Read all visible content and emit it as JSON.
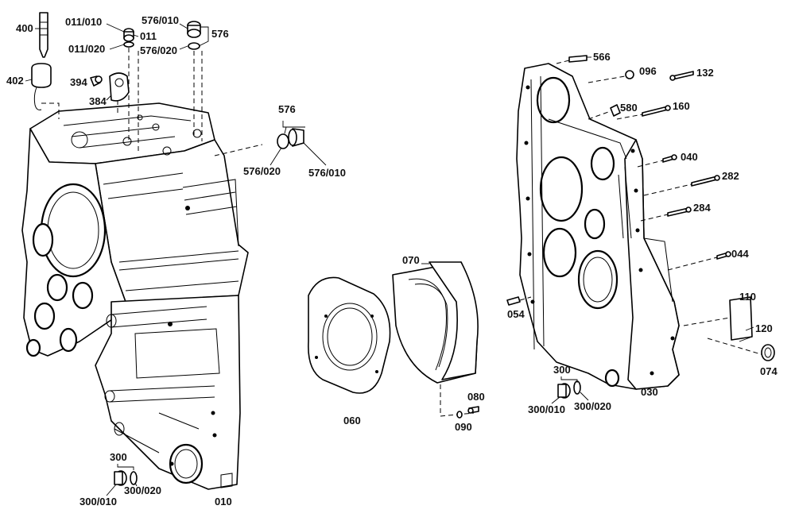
{
  "labels": {
    "p400": "400",
    "p402": "402",
    "p011_010": "011/010",
    "p011": "011",
    "p011_020": "011/020",
    "p394": "394",
    "p384": "384",
    "p576_010_top": "576/010",
    "p576_top": "576",
    "p576_020_top": "576/020",
    "p576_mid": "576",
    "p576_020_mid": "576/020",
    "p576_010_mid": "576/010",
    "p566": "566",
    "p096": "096",
    "p132": "132",
    "p580": "580",
    "p160": "160",
    "p040": "040",
    "p282": "282",
    "p284": "284",
    "p044": "044",
    "p070": "070",
    "p054": "054",
    "p110": "110",
    "p120": "120",
    "p074": "074",
    "p300_right": "300",
    "p300_010_right": "300/010",
    "p300_020_right": "300/020",
    "p030": "030",
    "p080": "080",
    "p090": "090",
    "p060": "060",
    "p300_left": "300",
    "p300_010_left": "300/010",
    "p300_020_left": "300/020",
    "p010": "010"
  }
}
